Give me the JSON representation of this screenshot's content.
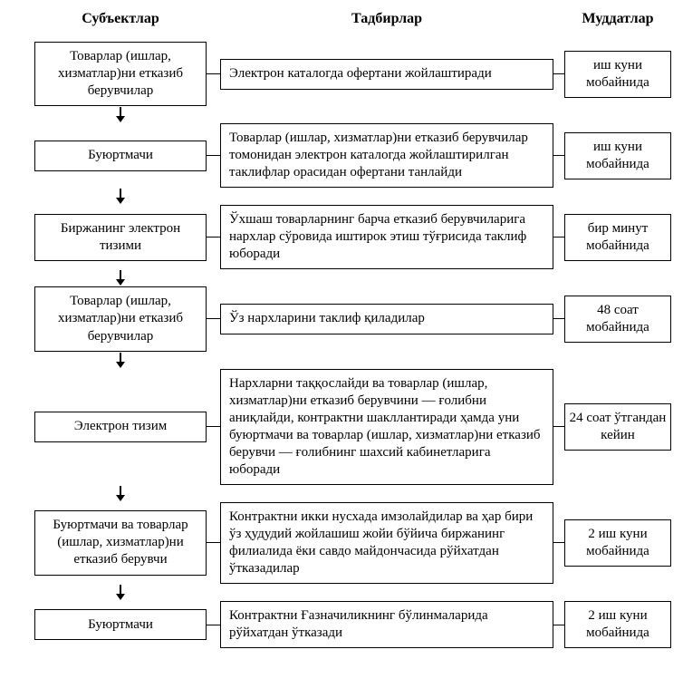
{
  "headers": {
    "subjects": "Субъектлар",
    "actions": "Тадбирлар",
    "durations": "Муддатлар"
  },
  "rows": [
    {
      "subject": "Товарлар (ишлар, хизматлар)ни етказиб берувчилар",
      "action": "Электрон каталогда офертани жойлаштиради",
      "duration": "иш куни мобайнида"
    },
    {
      "subject": "Буюртмачи",
      "action": "Товарлар (ишлар, хизматлар)ни етказиб берувчилар томонидан электрон каталогда жойлаштирилган таклифлар орасидан офертани танлайди",
      "duration": "иш куни мобайнида"
    },
    {
      "subject": "Биржанинг электрон тизими",
      "action": "Ўхшаш товарларнинг барча етказиб берувчиларига нархлар сўровида иштирок этиш тўғрисида таклиф юборади",
      "duration": "бир минут мобайнида"
    },
    {
      "subject": "Товарлар (ишлар, хизматлар)ни етказиб берувчилар",
      "action": "Ўз нархларини таклиф қиладилар",
      "duration": "48 соат мобайнида"
    },
    {
      "subject": "Электрон тизим",
      "action": "Нархларни таққослайди ва товарлар (ишлар, хизматлар)ни етказиб берувчини — ғолибни аниқлайди, контрактни шакллантиради ҳамда уни буюртмачи ва товарлар (ишлар, хизматлар)ни етказиб берувчи — ғолибнинг шахсий кабинетларига юборади",
      "duration": "24 соат ўтгандан кейин"
    },
    {
      "subject": "Буюртмачи ва товарлар (ишлар, хизматлар)ни етказиб берувчи",
      "action": "Контрактни икки нусхада имзолайдилар ва ҳар бири ўз ҳудудий жойлашиш жойи бўйича биржанинг филиалида ёки савдо майдончасида рўйхатдан ўтказадилар",
      "duration": "2 иш куни мобайнида"
    },
    {
      "subject": "Буюртмачи",
      "action": "Контрактни Ғазначиликнинг бўлинмаларида рўйхатдан ўтказади",
      "duration": "2 иш куни мобайнида"
    }
  ],
  "colors": {
    "border": "#000000",
    "background": "#ffffff",
    "text": "#000000"
  }
}
